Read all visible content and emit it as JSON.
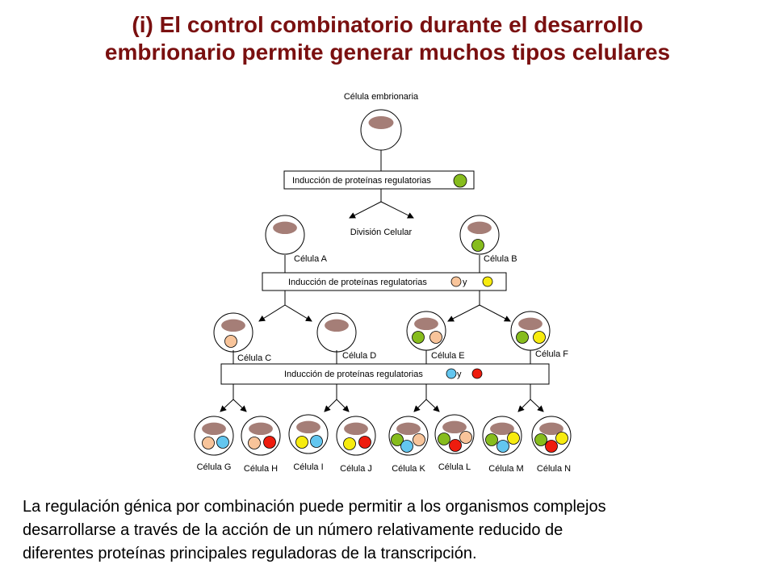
{
  "title": {
    "line1": "(i) El control combinatorio durante el desarrollo",
    "line2": "embrionario permite generar muchos tipos celulares"
  },
  "diagram": {
    "root_label": "Célula embrionaria",
    "division_label": "División Celular",
    "induction_box_1": "Inducción de proteínas regulatorias",
    "induction_box_2": "Inducción de proteínas regulatorias",
    "induction_box_3": "Inducción de proteínas regulatorias",
    "conjunction": "y",
    "cells": {
      "a": "Célula A",
      "b": "Célula B",
      "c": "Célula C",
      "d": "Célula D",
      "e": "Célula E",
      "f": "Célula F",
      "g": "Célula G",
      "h": "Célula H",
      "i": "Célula I",
      "j": "Célula J",
      "k": "Célula K",
      "l": "Célula L",
      "m": "Célula M",
      "n": "Célula N"
    },
    "colors": {
      "nucleus": "#a57e77",
      "green": "#86bc1d",
      "peach": "#f8c49a",
      "yellow": "#f7eb0f",
      "blue": "#63c6ef",
      "red": "#ee1c0e"
    }
  },
  "caption": {
    "line1": "La regulación génica por combinación puede permitir a los organismos complejos",
    "line2": "desarrollarse a través de la acción de un número  relativamente reducido de",
    "line3": "diferentes proteínas principales reguladoras de la transcripción."
  }
}
